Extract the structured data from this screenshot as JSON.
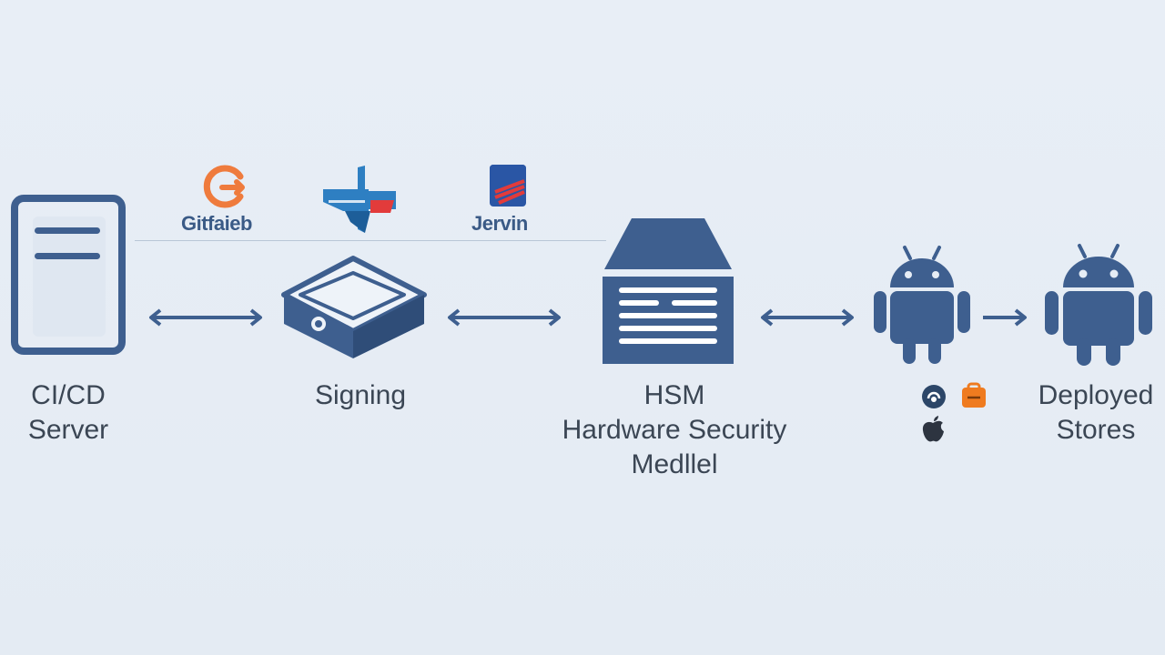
{
  "colors": {
    "background": "#e6edf5",
    "primary": "#3e5f8f",
    "label_text": "#3b4654",
    "gitlab_orange": "#ef7b3d",
    "accent_red": "#e23b3b",
    "accent_blue": "#2e7fc2"
  },
  "tools": [
    {
      "name": "Gitfaieb",
      "icon": "gitlab-logo-icon"
    },
    {
      "name": "",
      "icon": "azure-devops-logo-icon"
    },
    {
      "name": "Jervin",
      "icon": "jenkins-logo-icon"
    }
  ],
  "nodes": {
    "ci_server": {
      "line1": "CI/CD",
      "line2": "Server",
      "icon": "server-document-icon"
    },
    "signing": {
      "line1": "Signing",
      "icon": "signing-device-icon"
    },
    "hsm": {
      "line1": "HSM",
      "line2": "Hardware Security",
      "line3": "Medllel",
      "icon": "hsm-vault-icon"
    },
    "app": {
      "icon": "android-robot-icon",
      "store_icons": [
        "appgallery-icon",
        "amazon-appstore-icon",
        "apple-icon"
      ]
    },
    "deployed": {
      "line1": "Deployed",
      "line2": "Stores",
      "icon": "android-robot-icon"
    }
  },
  "connections": [
    {
      "from": "CI/CD Server",
      "to": "Signing",
      "direction": "both"
    },
    {
      "from": "Signing",
      "to": "HSM",
      "direction": "both"
    },
    {
      "from": "HSM",
      "to": "Android",
      "direction": "both"
    },
    {
      "from": "Android",
      "to": "Deployed Stores",
      "direction": "forward"
    }
  ]
}
